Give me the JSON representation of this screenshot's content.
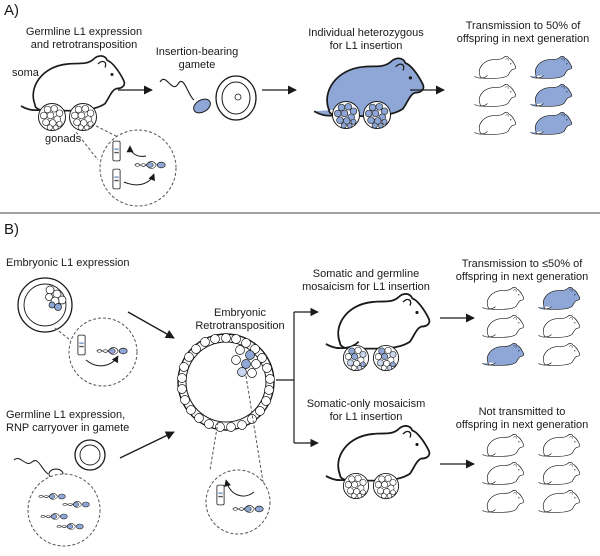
{
  "colors": {
    "blue": "#8fa7d6",
    "blue_light": "#c9d6ee",
    "ink": "#1a1a1a",
    "outline": "#333333"
  },
  "panelA": {
    "label": "A)",
    "title_line1": "Germline L1 expression",
    "title_line2": "and retrotransposition",
    "soma": "soma",
    "gonads": "gonads",
    "gamete_line1": "Insertion-bearing",
    "gamete_line2": "gamete",
    "hetero_line1": "Individual heterozygous",
    "hetero_line2": "for L1 insertion",
    "trans_line1": "Transmission to 50%  of",
    "trans_line2": "offspring in next generation"
  },
  "panelB": {
    "label": "B)",
    "embryonic_expr": "Embryonic L1 expression",
    "retro_line1": "Embryonic",
    "retro_line2": "Retrotransposition",
    "germline_rnp_line1": "Germline L1 expression,",
    "germline_rnp_line2": "RNP carryover in gamete",
    "mosaic_both_line1": "Somatic and  germline",
    "mosaic_both_line2": "mosaicism for L1 insertion",
    "trans_le50_line1": "Transmission to ≤50% of",
    "trans_le50_line2": "offspring in next generation",
    "mosaic_soma_line1": "Somatic-only mosaicism",
    "mosaic_soma_line2": "for L1 insertion",
    "not_trans_line1": "Not transmitted to",
    "not_trans_line2": "offspring in next generation"
  },
  "icons": {
    "mouse": "mouse-icon",
    "gonad": "gonad-cell-cluster-icon",
    "gamete": "sperm-icon",
    "egg": "egg-cell-icon",
    "arrow": "arrow-right-icon",
    "dna": "dna-insertion-icon",
    "plate": "agarose-gel-icon"
  }
}
